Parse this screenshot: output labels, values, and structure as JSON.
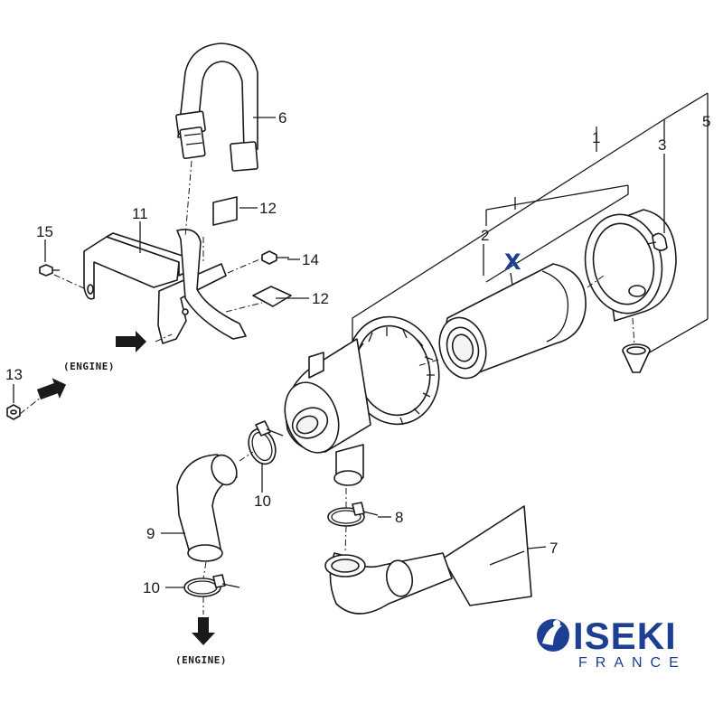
{
  "callouts": {
    "c1": "1",
    "c2": "2",
    "c3": "3",
    "c5": "5",
    "c6": "6",
    "c7": "7",
    "c8": "8",
    "c9": "9",
    "c10a": "10",
    "c10b": "10",
    "c11": "11",
    "c12a": "12",
    "c12b": "12",
    "c13": "13",
    "c14": "14",
    "c15": "15"
  },
  "markers": {
    "x": "X"
  },
  "engine_labels": {
    "left": "(ENGINE)",
    "bottom": "(ENGINE)"
  },
  "brand": {
    "name": "ISEKI",
    "sub": "FRANCE",
    "color": "#1c3f94"
  }
}
